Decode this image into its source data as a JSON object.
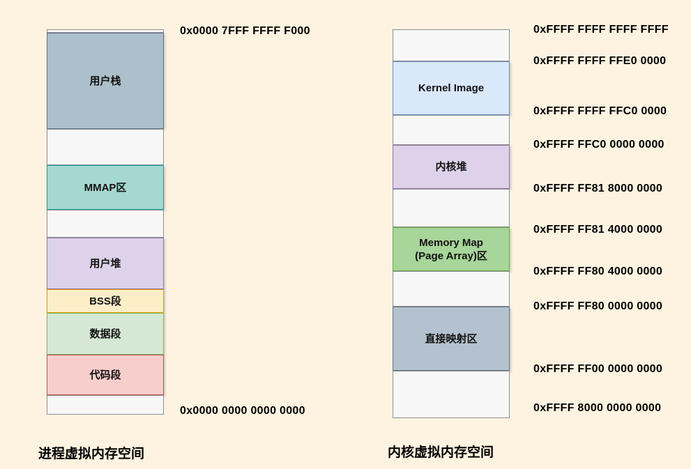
{
  "colors": {
    "background": "#fdf3e0",
    "empty_fill": "#f7f7f7",
    "empty_border": "#8f8f8f"
  },
  "left": {
    "title": "进程虚拟内存空间",
    "top_address": "0x0000 7FFF FFFF F000",
    "bottom_address": "0x0000 0000 0000 0000",
    "segments": [
      {
        "label": "用户栈",
        "fill": "#adbfcb",
        "border": "#5d7587"
      },
      {
        "label": "MMAP区",
        "fill": "#a5d8d0",
        "border": "#18a39b"
      },
      {
        "label": "用户堆",
        "fill": "#ddd2e9",
        "border": "#9673a6"
      },
      {
        "label": "BSS段",
        "fill": "#feeec8",
        "border": "#d79b00"
      },
      {
        "label": "数据段",
        "fill": "#d5e8d4",
        "border": "#82b366"
      },
      {
        "label": "代码段",
        "fill": "#f8cecc",
        "border": "#b85450"
      }
    ]
  },
  "right": {
    "title": "内核虚拟内存空间",
    "segments": [
      {
        "label": "Kernel Image",
        "fill": "#dae8fc",
        "border": "#6c8ebf"
      },
      {
        "label": "内核堆",
        "fill": "#ddd2e9",
        "border": "#9673a6"
      },
      {
        "label": "Memory Map\n(Page Array)区",
        "fill": "#a8d599",
        "border": "#67ab49"
      },
      {
        "label": "直接映射区",
        "fill": "#b3c2ce",
        "border": "#5d7587"
      }
    ],
    "addresses": [
      "0xFFFF FFFF FFFF FFFF",
      "0xFFFF FFFF FFE0 0000",
      "0xFFFF FFFF FFC0 0000",
      "0xFFFF FFC0 0000 0000",
      "0xFFFF FF81 8000 0000",
      "0xFFFF FF81 4000 0000",
      "0xFFFF FF80 4000 0000",
      "0xFFFF FF80 0000 0000",
      "0xFFFF FF00 0000 0000",
      "0xFFFF 8000 0000 0000"
    ]
  }
}
